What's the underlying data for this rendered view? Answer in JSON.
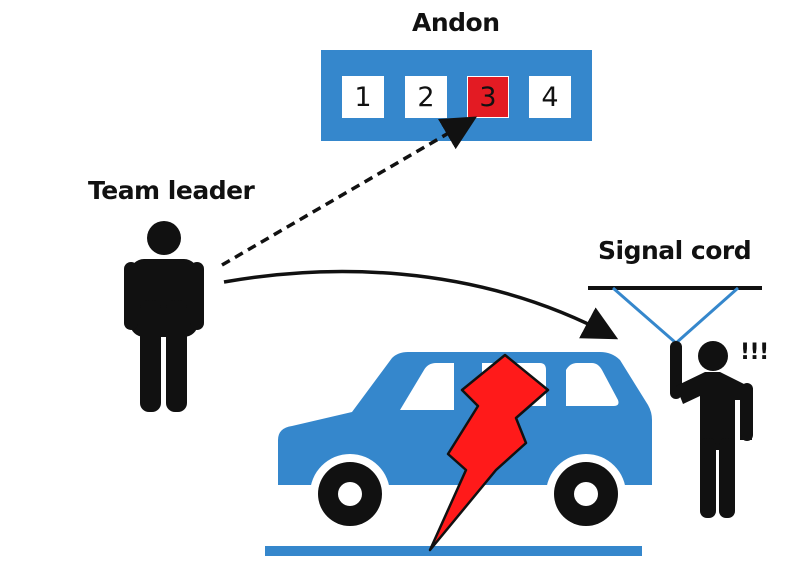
{
  "andon": {
    "title": "Andon",
    "cells": [
      "1",
      "2",
      "3",
      "4"
    ],
    "active_index": 2,
    "active_color": "#e31b23"
  },
  "team_leader": {
    "label": "Team leader"
  },
  "signal_cord": {
    "label": "Signal cord",
    "alert": "!!!"
  },
  "colors": {
    "blue": "#3587cc",
    "black": "#111111",
    "red": "#ff1a1a",
    "white": "#ffffff"
  },
  "icons": [
    "person-icon",
    "worker-pulling-cord-icon",
    "car-icon",
    "lightning-icon",
    "arrow-icon"
  ]
}
